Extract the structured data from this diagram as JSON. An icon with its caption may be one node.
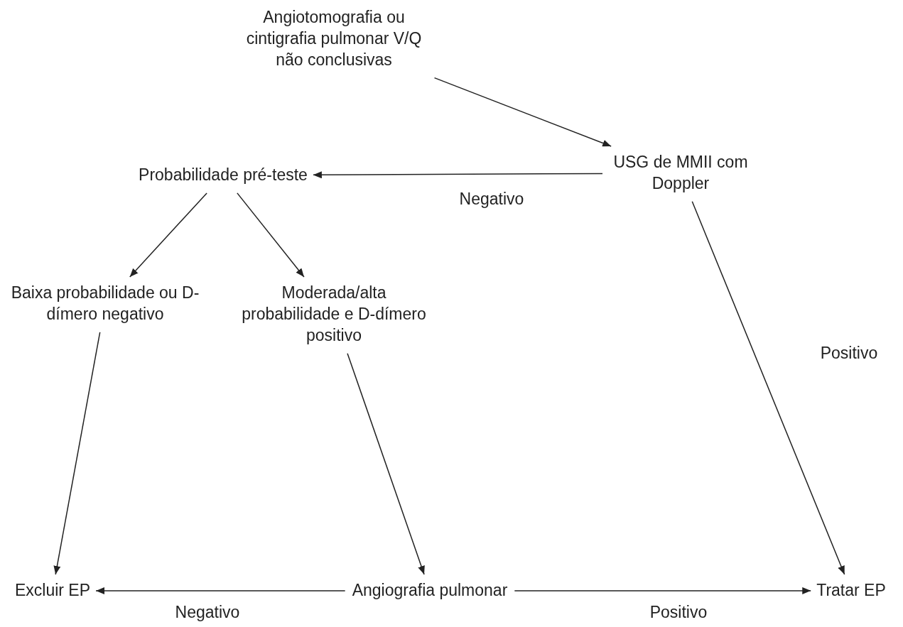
{
  "diagram": {
    "nodes": [
      {
        "text": [
          "Angiotomografia ou cintigrafia pulmonar V/Q não conclusivas"
        ]
      },
      {
        "text": [
          "USG de MMII com Doppler"
        ]
      },
      {
        "text": [
          "Probabilidade pré-teste"
        ]
      },
      {
        "text": [
          "Baixa probabilidade ou D-dímero negativo"
        ]
      },
      {
        "text": [
          "Moderada/alta probabilidade e D-dímero positivo"
        ]
      },
      {
        "text": [
          "Excluir EP"
        ]
      },
      {
        "text": [
          "Angiografia pulmonar"
        ]
      },
      {
        "text": [
          "Tratar EP"
        ]
      }
    ],
    "edges": [
      {
        "from": 0,
        "to": 1,
        "arrow": "to"
      },
      {
        "from": 1,
        "to": 2,
        "arrow": "to",
        "label": "Negativo"
      },
      {
        "from": 2,
        "to": 3,
        "arrow": "to"
      },
      {
        "from": 2,
        "to": 4,
        "arrow": "to"
      },
      {
        "from": 3,
        "to": 5,
        "arrow": "to"
      },
      {
        "from": 4,
        "to": 6,
        "arrow": "to"
      },
      {
        "from": 6,
        "to": 5,
        "arrow": "to",
        "label": "Negativo"
      },
      {
        "from": 6,
        "to": 7,
        "arrow": "to",
        "label": "Positivo"
      },
      {
        "from": 1,
        "to": 7,
        "arrow": "to",
        "label": "Positivo"
      }
    ]
  }
}
